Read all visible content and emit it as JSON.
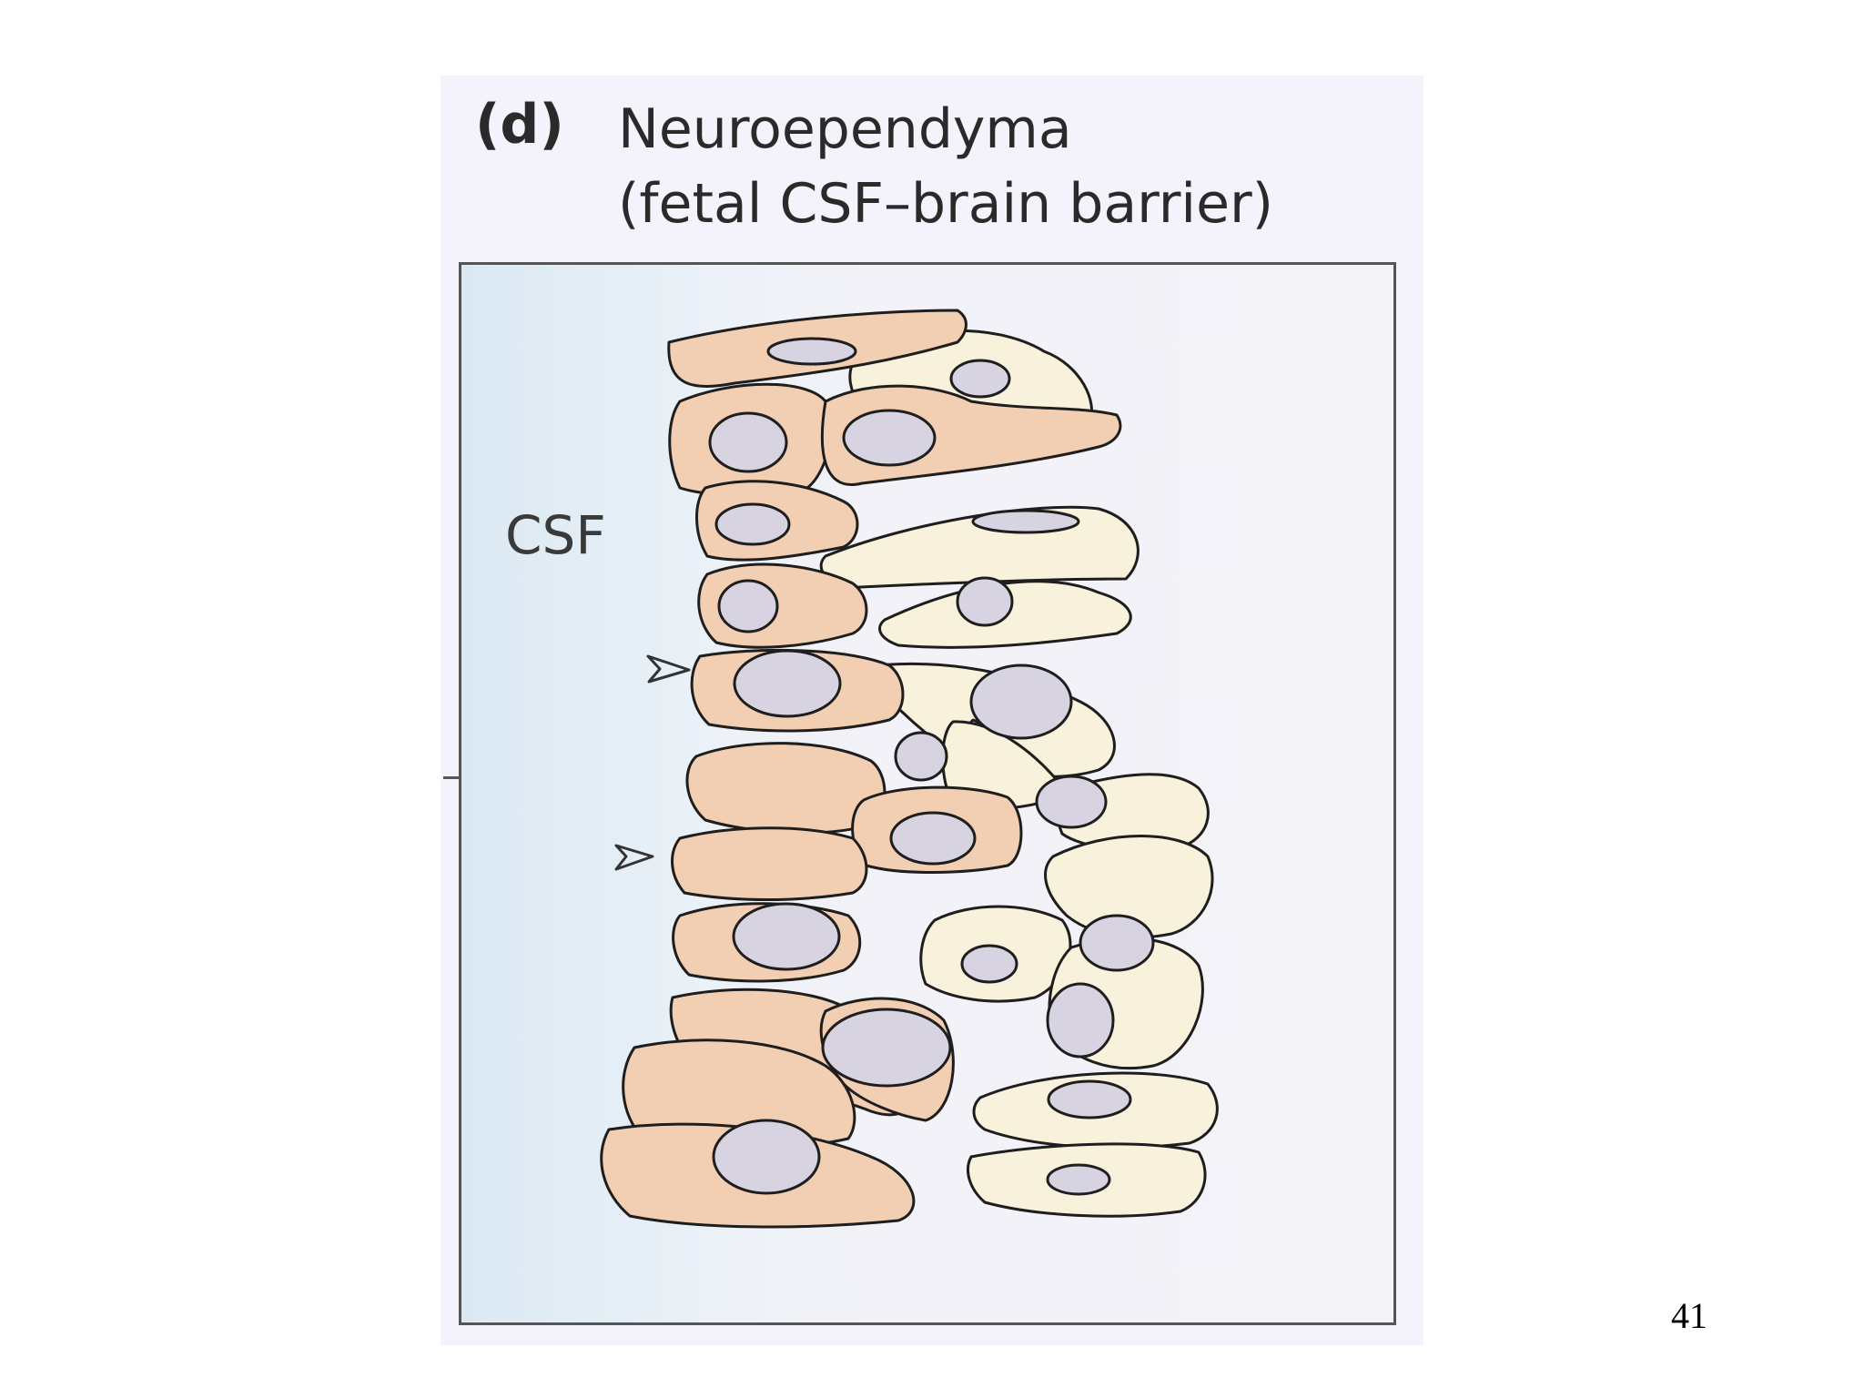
{
  "figure": {
    "panel_letter": "(d)",
    "title_line1": "Neuroependyma",
    "title_line2": "(fetal CSF–brain barrier)",
    "csf_label": "CSF"
  },
  "colors": {
    "ependymal_cell": "#f2cfb3",
    "neural_cell": "#f8f1db",
    "nucleus": "#d8d3e0",
    "outline": "#1e1e1e",
    "csf_gradient": "#dce9f3"
  },
  "page_number": "41"
}
